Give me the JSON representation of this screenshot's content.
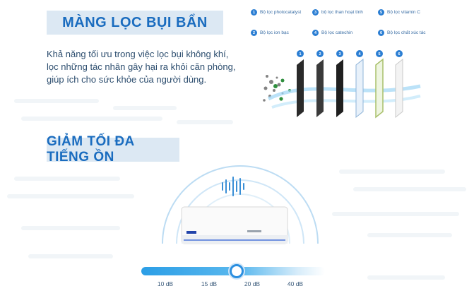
{
  "section1": {
    "title": "MÀNG LỌC BỤI BẨN",
    "description": "Khả năng tối ưu trong việc lọc bụi không khí, lọc những tác nhân gây hại ra khỏi căn phòng, giúp ích cho sức khỏe của người dùng."
  },
  "filter_legend": [
    {
      "num": "1",
      "label": "Bộ lọc photocatalyst"
    },
    {
      "num": "2",
      "label": "Bộ lọc ion bạc"
    },
    {
      "num": "3",
      "label": "bộ lọc than hoạt tính"
    },
    {
      "num": "4",
      "label": "Bộ lọc catechin"
    },
    {
      "num": "5",
      "label": "Bộ lọc vitamin C"
    },
    {
      "num": "6",
      "label": "Bộ lọc chất xúc tác"
    }
  ],
  "filter_layers": [
    "1",
    "2",
    "3",
    "4",
    "5",
    "6"
  ],
  "section2": {
    "title": "GIẢM TỐI ĐA TIẾNG ỒN"
  },
  "noise_slider": {
    "ticks": [
      "10 dB",
      "15 dB",
      "20 dB",
      "40 dB"
    ],
    "level_fraction": 0.52
  },
  "colors": {
    "accent": "#2b7ed3",
    "banner_bg": "#dce8f3",
    "banner_text": "#1a6cbf"
  }
}
